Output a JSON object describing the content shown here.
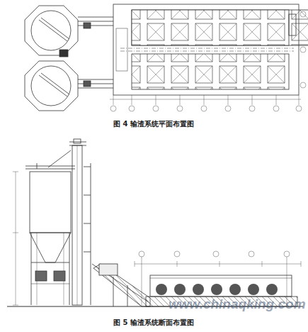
{
  "diagram": {
    "labels": [
      "图 4 输渣系统平面布置图",
      "图 5 输渣系统断面布置图",
      "www.chinaqking.com"
    ]
  }
}
